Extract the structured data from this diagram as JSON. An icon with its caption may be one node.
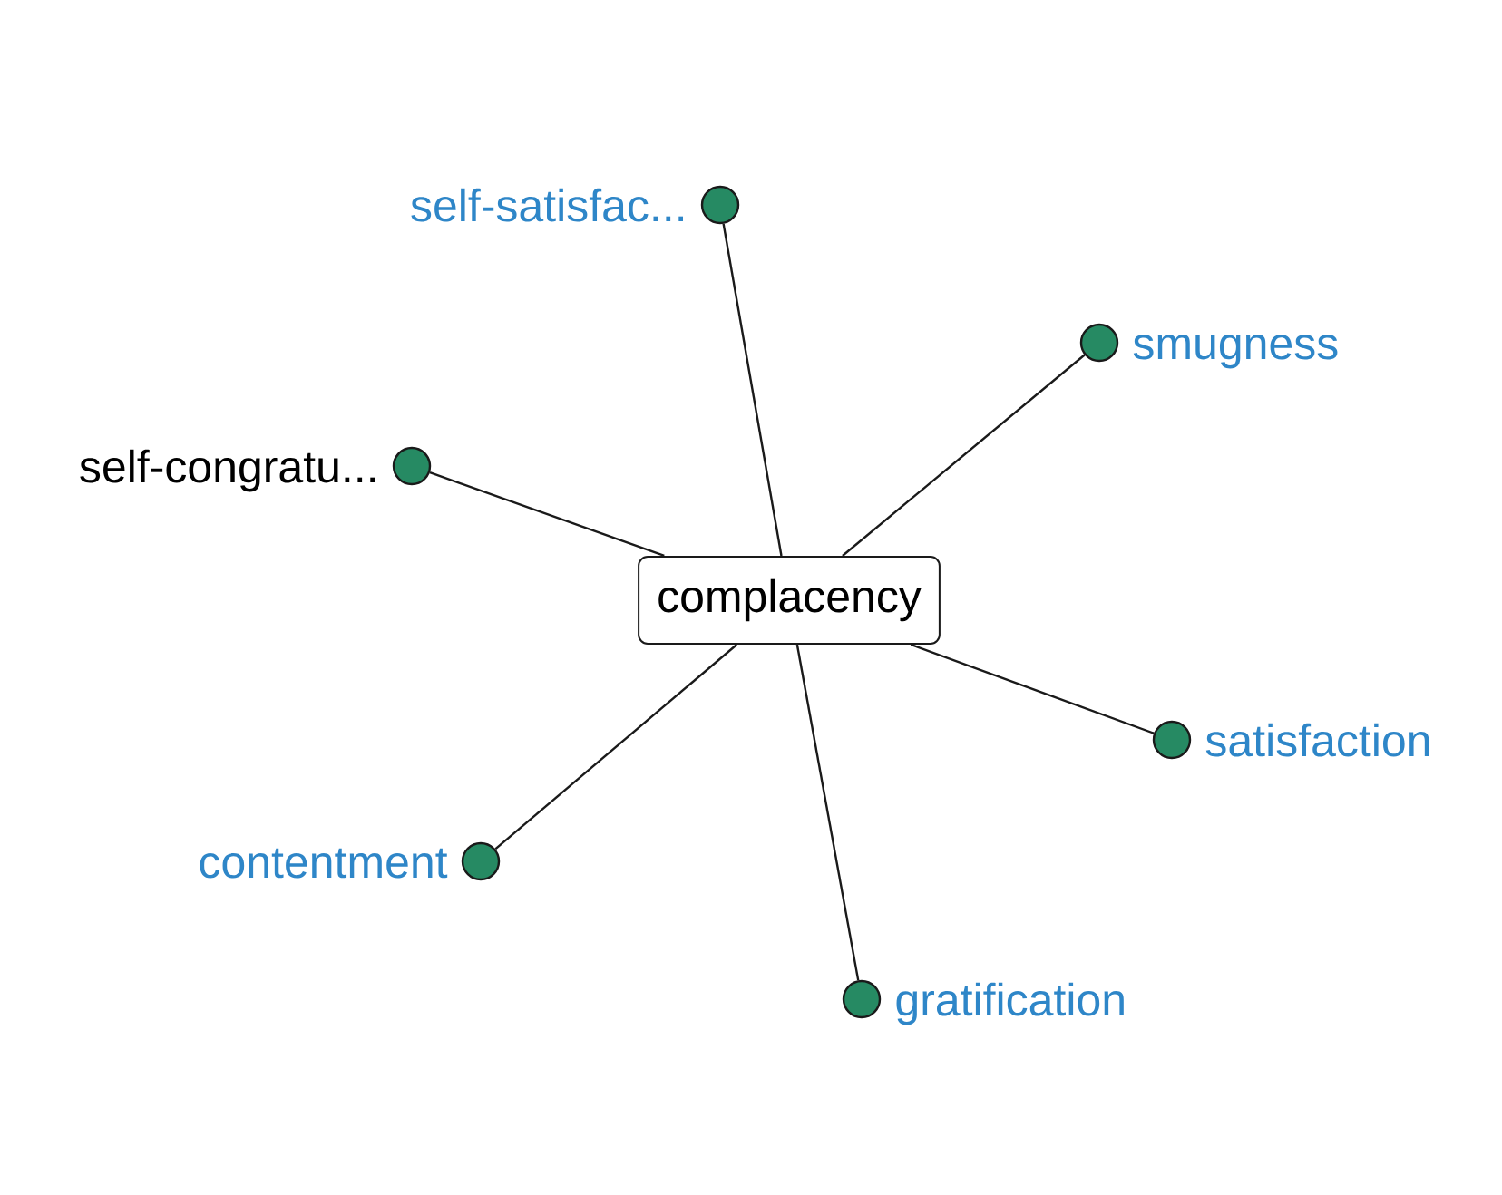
{
  "diagram": {
    "nodes": [
      {
        "text": [],
        "shape": "circle",
        "beside": [
          "self-satisfac..."
        ]
      },
      {
        "text": [],
        "shape": "circle",
        "beside": [
          "smugness"
        ]
      },
      {
        "text": [],
        "shape": "circle",
        "beside": [
          "self-congratu..."
        ]
      },
      {
        "text": [
          "complacency"
        ]
      },
      {
        "text": [],
        "shape": "circle",
        "beside": [
          "satisfaction"
        ]
      },
      {
        "text": [],
        "shape": "circle",
        "beside": [
          "contentment"
        ]
      },
      {
        "text": [],
        "shape": "circle",
        "beside": [
          "gratification"
        ]
      }
    ],
    "edges": [
      {
        "from": 3,
        "to": 0,
        "arrow": "none"
      },
      {
        "from": 3,
        "to": 1,
        "arrow": "none"
      },
      {
        "from": 3,
        "to": 2,
        "arrow": "none"
      },
      {
        "from": 3,
        "to": 4,
        "arrow": "none"
      },
      {
        "from": 3,
        "to": 5,
        "arrow": "none"
      },
      {
        "from": 3,
        "to": 6,
        "arrow": "none"
      }
    ]
  }
}
